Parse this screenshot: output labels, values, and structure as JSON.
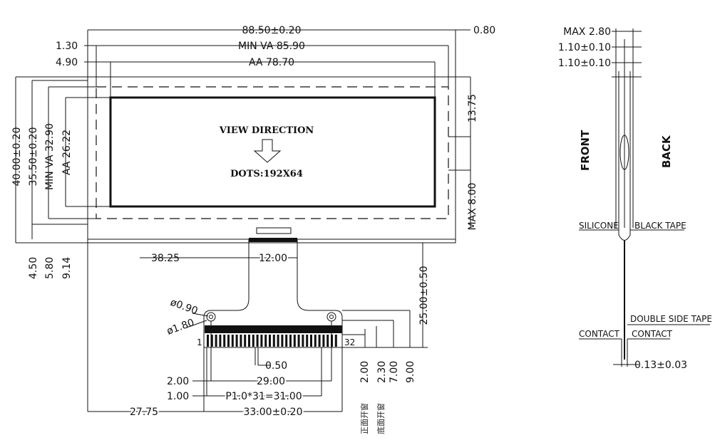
{
  "front_view": {
    "width_total": "88.50±0.20",
    "offset_right": "0.80",
    "min_va_offset": "1.30",
    "min_va_width": "MIN VA 85.90",
    "aa_offset": "4.90",
    "aa_width": "AA 78.70",
    "height_total": "40.00±0.20",
    "height_glass": "35.50±0.20",
    "min_va_height": "MIN VA 32.90",
    "aa_height": "AA 26.22",
    "bottom_offset_1": "4.50",
    "bottom_offset_2": "5.80",
    "bottom_offset_3": "9.14",
    "right_dim_1": "13.75",
    "right_dim_2": "MAX 8.00",
    "view_direction": "VIEW DIRECTION",
    "dots": "DOTS:192X64"
  },
  "fpc": {
    "left_offset": "38.25",
    "fpc_width": "12.00",
    "fpc_length": "25.00±0.50",
    "hole_small": "ø0.90",
    "hole_large": "ø1.80",
    "pin_first": "1",
    "pin_last": "32",
    "pin_width": "0.50",
    "dim_2_00": "2.00",
    "dim_29_00": "29.00",
    "dim_1_00": "1.00",
    "pitch": "P1.0*31=31.00",
    "dim_27_75": "27.75",
    "dim_33_00": "33.00±0.20",
    "right_2_00": "2.00",
    "right_2_30": "2.30",
    "right_7_00": "7.00",
    "right_9_00": "9.00",
    "cn_front": "正面开窗",
    "cn_back": "底面开窗"
  },
  "side_view": {
    "max_thickness": "MAX 2.80",
    "layer_1": "1.10±0.10",
    "layer_2": "1.10±0.10",
    "front": "FRONT",
    "back": "BACK",
    "silicone": "SILICONE",
    "black_tape": "BLACK TAPE",
    "double_side_tape": "DOUBLE SIDE TAPE",
    "contact_left": "CONTACT",
    "contact_right": "CONTACT",
    "fpc_thickness": "0.13±0.03"
  }
}
